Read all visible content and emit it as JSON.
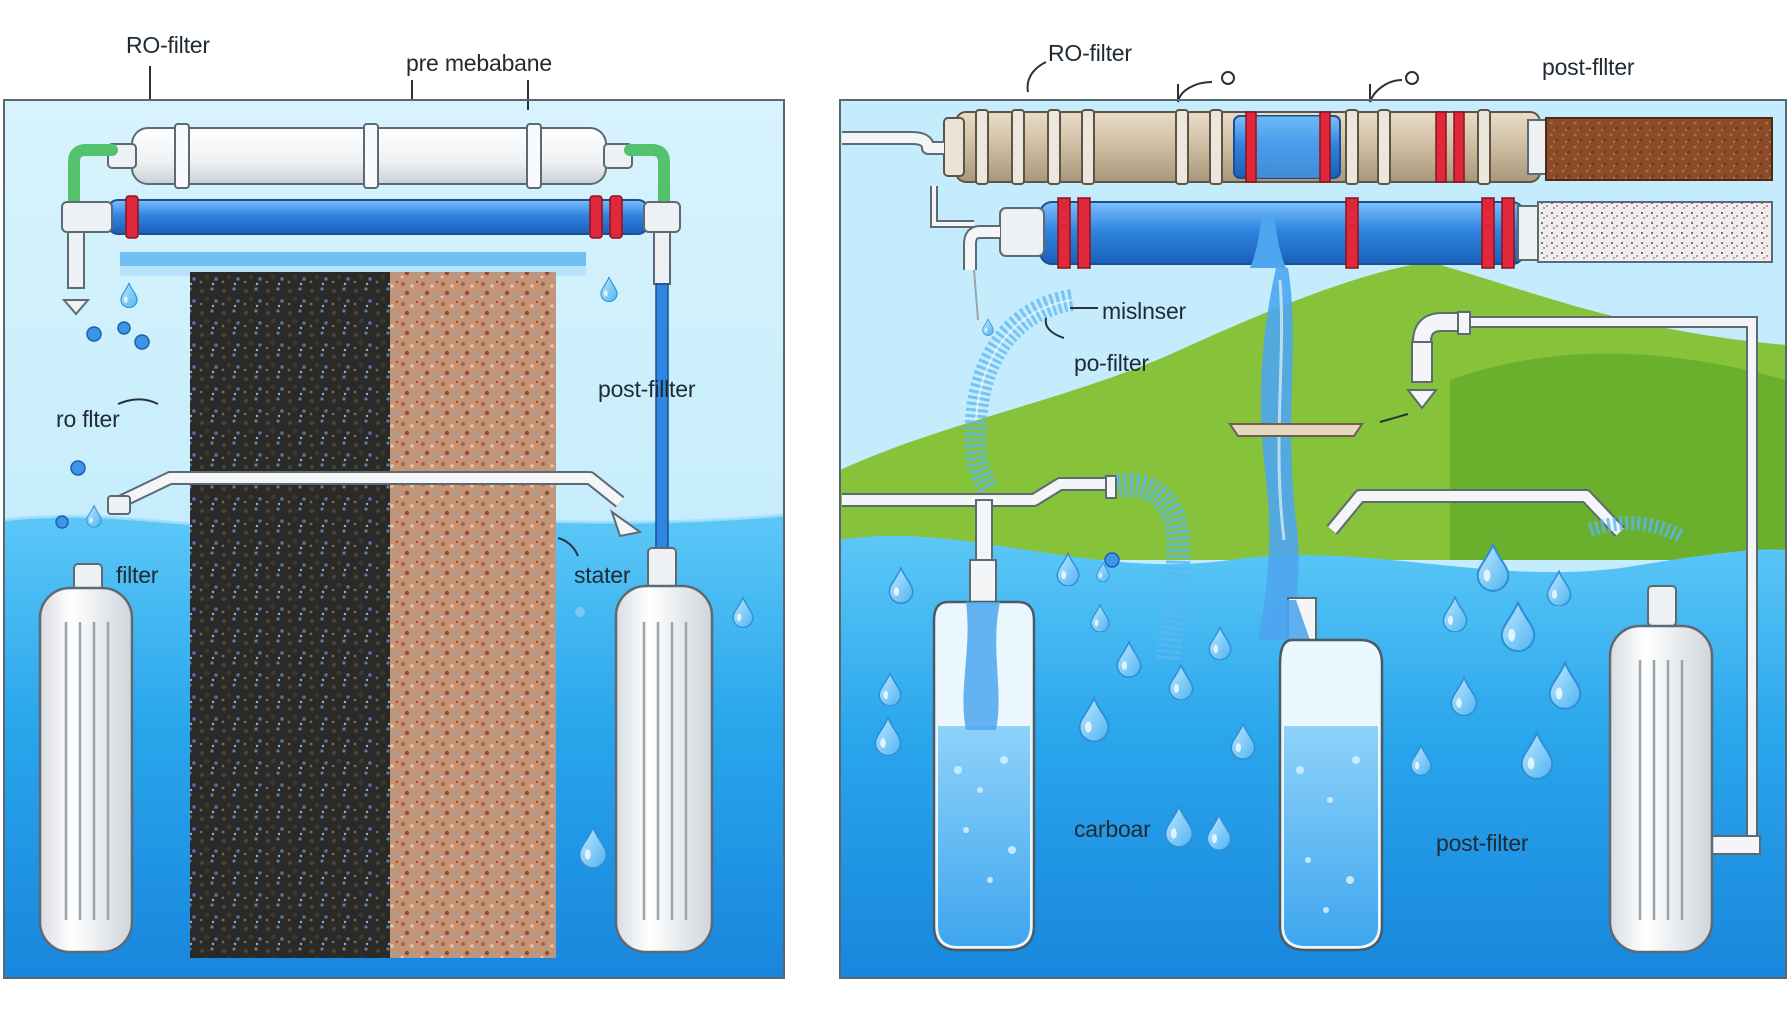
{
  "diagram": {
    "left_panel": {
      "labels": {
        "ro_filter_top": "RO-filter",
        "pre_membrane": "pre mebabane",
        "ro_filter_side": "ro flter",
        "filter": "filter",
        "post_filter": "post-fillter",
        "stater": "stater"
      }
    },
    "right_panel": {
      "labels": {
        "ro_filter_top": "RO-filter",
        "post_filter_top": "post-fllter",
        "mislnser": "mislnser",
        "po_filter": "po-filter",
        "carboar": "carboar",
        "post_filter_bottom": "post-filter"
      }
    },
    "colors": {
      "water_light": "#bfe9fb",
      "water_deep": "#1f9be8",
      "membrane_blue": "#2f86e0",
      "seal_red": "#e0283a",
      "hill_green": "#86c23a",
      "carbon_dark": "#2d2b27",
      "sediment_tan": "#c9997a",
      "rust_brown": "#8a4a2a"
    }
  }
}
